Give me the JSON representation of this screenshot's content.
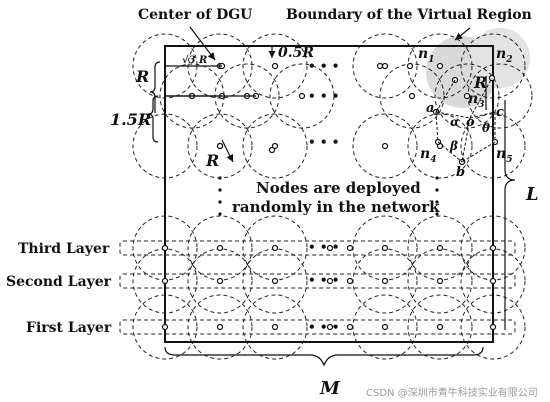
{
  "diagram": {
    "labels": {
      "center_of_dgu": "Center of DGU",
      "boundary_virtual_region": "Boundary of the Virtual Region",
      "sqrt3r": "√3 R",
      "half_r": "0.5R",
      "r_left": "R",
      "one_half_r": "1.5R",
      "r_inner": "R",
      "r_right": "R",
      "nodes_line1": "Nodes are deployed",
      "nodes_line2": "randomly in the network",
      "third_layer": "Third Layer",
      "second_layer": "Second Layer",
      "first_layer": "First Layer",
      "side_l": "L",
      "side_m": "M",
      "dots": "• • •"
    },
    "nodes": {
      "n1": "n",
      "n1_sub": "1",
      "n2": "n",
      "n2_sub": "2",
      "n3": "n",
      "n3_sub": "3",
      "n4": "n",
      "n4_sub": "4",
      "n5": "n",
      "n5_sub": "5"
    },
    "points": {
      "a": "a",
      "b": "b",
      "c": "c",
      "o": "o"
    },
    "angles": {
      "alpha": "α",
      "beta": "β",
      "theta": "θ"
    },
    "colors": {
      "ink": "#111111",
      "highlight": "#d9d9d9",
      "watermark": "#9a9a9a"
    }
  },
  "watermark": "CSDN @深圳市青牛科技实业有限公司"
}
